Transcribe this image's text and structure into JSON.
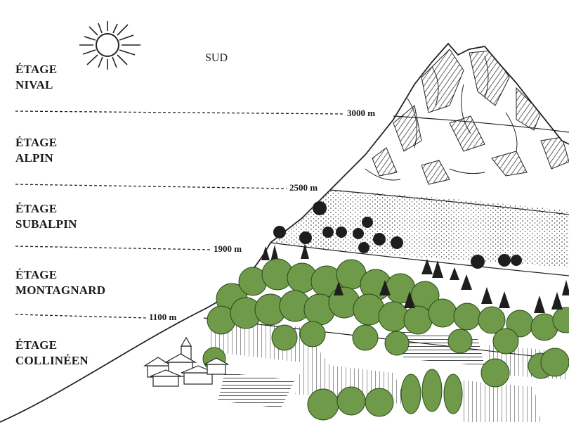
{
  "compass": "SUD",
  "zones": [
    {
      "id": "nival",
      "line1": "ÉTAGE",
      "line2": "NIVAL"
    },
    {
      "id": "alpin",
      "line1": "ÉTAGE",
      "line2": "ALPIN"
    },
    {
      "id": "subalpin",
      "line1": "ÉTAGE",
      "line2": "SUBALPIN"
    },
    {
      "id": "montagnard",
      "line1": "ÉTAGE",
      "line2": "MONTAGNARD"
    },
    {
      "id": "collineen",
      "line1": "ÉTAGE",
      "line2": "COLLINÉEN"
    }
  ],
  "altitudes": [
    {
      "label": "3000 m"
    },
    {
      "label": "2500 m"
    },
    {
      "label": "1900 m"
    },
    {
      "label": "1100 m"
    }
  ],
  "colors": {
    "ink": "#1a1a1a",
    "forest": "#6e9a4a",
    "forest_dark": "#4f7a33",
    "conifer": "#1e1e1e"
  },
  "icons": [
    "sun-icon",
    "village-icon"
  ]
}
